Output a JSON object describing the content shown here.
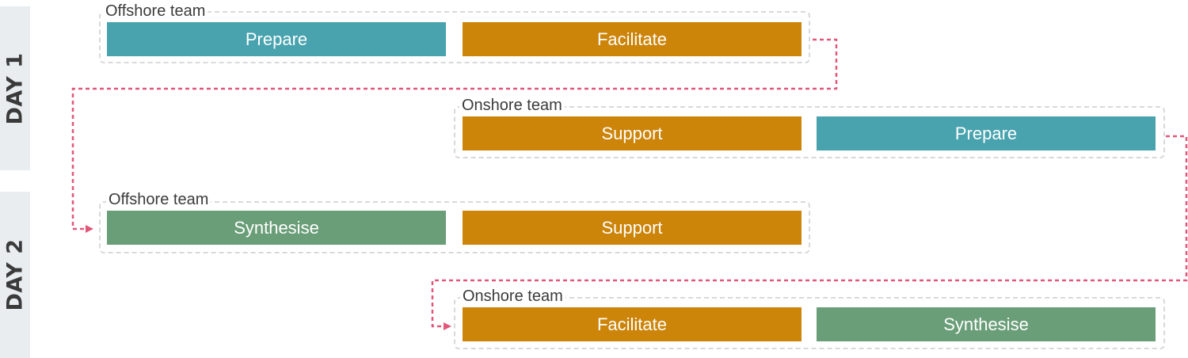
{
  "colors": {
    "prepare": "#48a3ae",
    "facilitate": "#cc8409",
    "support": "#cc8409",
    "synthesise": "#6a9e78",
    "connector": "#e0577a"
  },
  "days": [
    {
      "label": "DAY 1"
    },
    {
      "label": "DAY 2"
    }
  ],
  "groups": [
    {
      "label": "Offshore team",
      "tasks": [
        {
          "label": "Prepare",
          "kind": "prepare"
        },
        {
          "label": "Facilitate",
          "kind": "facilitate"
        }
      ]
    },
    {
      "label": "Onshore team",
      "tasks": [
        {
          "label": "Support",
          "kind": "support"
        },
        {
          "label": "Prepare",
          "kind": "prepare"
        }
      ]
    },
    {
      "label": "Offshore team",
      "tasks": [
        {
          "label": "Synthesise",
          "kind": "synthesise"
        },
        {
          "label": "Support",
          "kind": "support"
        }
      ]
    },
    {
      "label": "Onshore team",
      "tasks": [
        {
          "label": "Facilitate",
          "kind": "facilitate"
        },
        {
          "label": "Synthesise",
          "kind": "synthesise"
        }
      ]
    }
  ]
}
